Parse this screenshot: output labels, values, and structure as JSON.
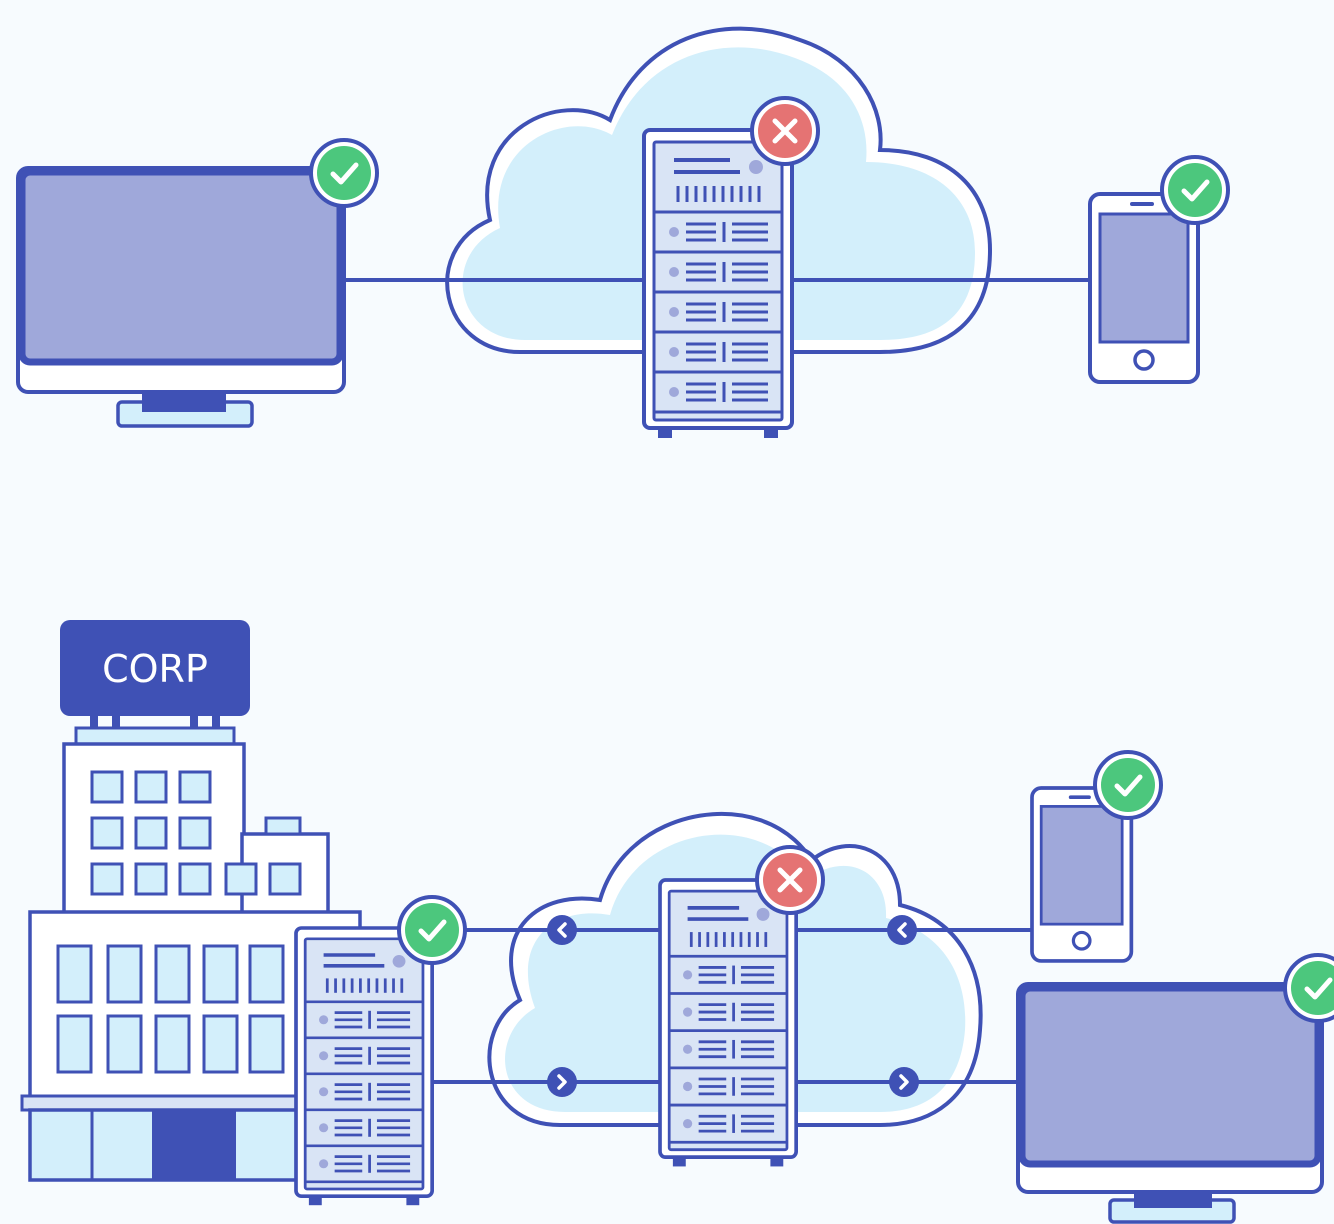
{
  "colors": {
    "outline": "#3f51b5",
    "screen": "#9fa8da",
    "cloud_fill": "#d3effb",
    "cloud_halo": "#ffffff",
    "panel": "#d9e4f5",
    "ok": "#4cc77d",
    "error": "#e57373",
    "background": "#f7fbfe"
  },
  "top_scenario": {
    "nodes": [
      {
        "id": "desktop",
        "icon": "desktop-monitor-icon",
        "status": "ok"
      },
      {
        "id": "cloud-server",
        "icon": "server-rack-icon",
        "status": "error"
      },
      {
        "id": "phone",
        "icon": "smartphone-icon",
        "status": "ok"
      }
    ]
  },
  "bottom_scenario": {
    "building": {
      "sign_text": "CORP",
      "icon": "office-building-icon"
    },
    "nodes": [
      {
        "id": "corp-server",
        "icon": "server-rack-icon",
        "status": "ok"
      },
      {
        "id": "cloud-server",
        "icon": "server-rack-icon",
        "status": "error"
      },
      {
        "id": "phone",
        "icon": "smartphone-icon",
        "status": "ok"
      },
      {
        "id": "desktop",
        "icon": "desktop-monitor-icon",
        "status": "ok"
      }
    ],
    "flow_arrows": [
      "chevron-left-icon",
      "chevron-left-icon",
      "chevron-right-icon",
      "chevron-right-icon"
    ]
  }
}
